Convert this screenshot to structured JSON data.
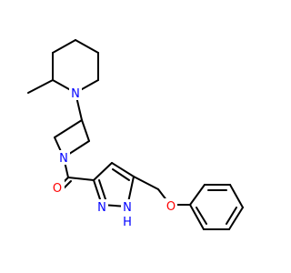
{
  "colors": {
    "bond": "#000000",
    "nitrogen": "#0000ff",
    "oxygen": "#ff0000",
    "background": "#ffffff"
  },
  "atoms": {
    "n_piperidine": "N",
    "n_azetidine": "N",
    "o_carbonyl": "O",
    "n_pyrazole": "N",
    "nh_pyrazole": "N",
    "nh_hydrogen": "H",
    "o_ether": "O"
  }
}
